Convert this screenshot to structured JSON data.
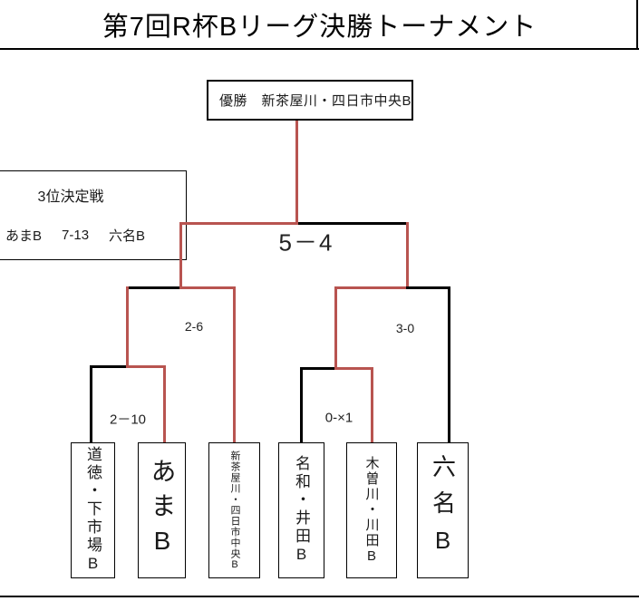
{
  "page_title": "第7回R杯Bリーグ決勝トーナメント",
  "champion": {
    "label": "優勝　新茶屋川・四日市中央B"
  },
  "third_place_box": {
    "heading": "3位決定戦",
    "left_team": "あまB",
    "score": "7-13",
    "right_team": "六名B"
  },
  "scores": {
    "final": "5－4",
    "semifinal_left": "2-6",
    "semifinal_right": "3-0",
    "quarterfinal_left": "2－10",
    "quarterfinal_right": "0-×1"
  },
  "teams": [
    {
      "name": "道徳・下市場B"
    },
    {
      "name": "あまB"
    },
    {
      "name": "新茶屋川・四日市中央B"
    },
    {
      "name": "名和・井田B"
    },
    {
      "name": "木曽川・川田B"
    },
    {
      "name": "六名B"
    }
  ],
  "colors": {
    "winner_path_line": "#b85450",
    "bracket_line": "#000000"
  }
}
